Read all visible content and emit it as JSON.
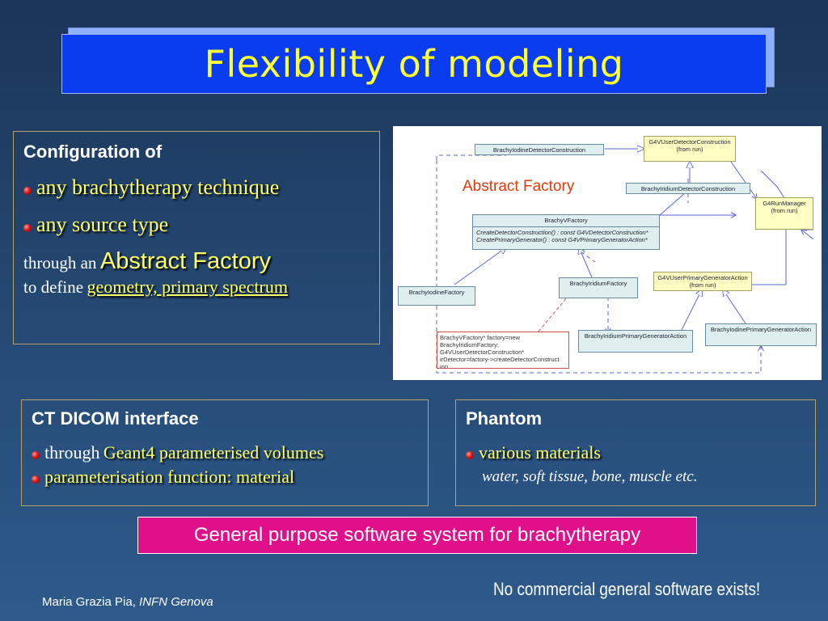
{
  "slide": {
    "title": "Flexibility of modeling"
  },
  "config_box": {
    "heading": "Configuration of",
    "bullet1": "any brachytherapy technique",
    "bullet2": "any source type",
    "through_an": "through an",
    "abstract_factory": "Abstract Factory",
    "to_define": "to define",
    "geometry": "geometry, primary spectrum"
  },
  "diagram": {
    "label": "Abstract Factory",
    "classes": {
      "iodine_detector": "BrachyIodineDetectorConstruction",
      "user_detector": "G4VUserDetectorConstruction",
      "user_detector_sub": "(from run)",
      "iridium_detector": "BrachyIridiumDetectorConstruction",
      "run_manager": "G4RunManager",
      "run_manager_sub": "(from run)",
      "vfactory": "BrachyVFactory",
      "vfactory_op1": "CreateDetectorConstruction() : const G4VDetectorConstruction*",
      "vfactory_op2": "CreatePrimaryGenerator() : const G4VPrimaryGeneratorAction*",
      "iodine_factory": "BrachyIodineFactory",
      "iridium_factory": "BrachyIridiumFactory",
      "user_primary": "G4VUserPrimaryGeneratorAction",
      "user_primary_sub": "(from run)",
      "iridium_primary": "BrachyIridiumPrimaryGeneratorAction",
      "iodine_primary": "BrachyIodinePrimaryGeneratorAction"
    },
    "note_lines": [
      "BrachyVFactory* factory=new",
      "BrachyIridiumFactory;",
      "G4VUserDetectorConstruction*",
      "irDetector=factory->createDetectorConstruct",
      "ion"
    ]
  },
  "ct_box": {
    "heading": "CT DICOM interface",
    "through": "through",
    "volumes": "Geant4 parameterised volumes",
    "bullet2": "parameterisation function: material"
  },
  "phantom_box": {
    "heading": "Phantom",
    "bullet1": "various materials",
    "examples": "water, soft tissue, bone, muscle etc."
  },
  "banner": "General purpose software system for brachytherapy",
  "no_commercial": "No commercial general software exists!",
  "footer": {
    "author": "Maria Grazia Pia,",
    "institution": "INFN Genova"
  },
  "colors": {
    "title_bg": "#0a3cf0",
    "title_text": "#ffff33",
    "highlight_text": "#ffff66",
    "banner_bg": "#e0108a",
    "diagram_label": "#e03a0a"
  }
}
